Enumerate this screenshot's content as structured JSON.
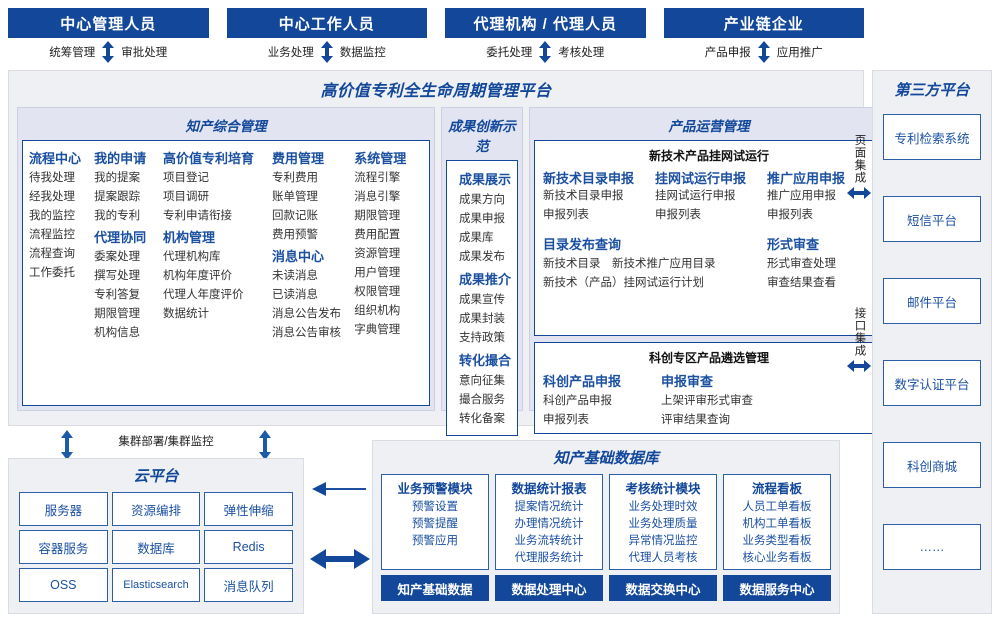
{
  "actors": [
    {
      "title": "中心管理人员",
      "left": "统筹管理",
      "right": "审批处理"
    },
    {
      "title": "中心工作人员",
      "left": "业务处理",
      "right": "数据监控"
    },
    {
      "title": "代理机构 / 代理人员",
      "left": "委托处理",
      "right": "考核处理"
    },
    {
      "title": "产业链企业",
      "left": "产品申报",
      "right": "应用推广"
    }
  ],
  "platform": {
    "title": "高价值专利全生命周期管理平台",
    "sections": {
      "comprehensive": {
        "title": "知产综合管理",
        "columns": [
          {
            "groups": [
              {
                "head": "流程中心",
                "items": [
                  "待我处理",
                  "经我处理",
                  "我的监控",
                  "流程监控",
                  "流程查询",
                  "工作委托"
                ]
              }
            ]
          },
          {
            "groups": [
              {
                "head": "我的申请",
                "items": [
                  "我的提案",
                  "提案跟踪",
                  "我的专利"
                ]
              },
              {
                "head": "代理协同",
                "items": [
                  "委案处理",
                  "撰写处理",
                  "专利答复",
                  "期限管理",
                  "机构信息"
                ]
              }
            ]
          },
          {
            "groups": [
              {
                "head": "高价值专利培育",
                "items": [
                  "项目登记",
                  "项目调研",
                  "专利申请衔接"
                ]
              },
              {
                "head": "机构管理",
                "items": [
                  "代理机构库",
                  "机构年度评价",
                  "代理人年度评价",
                  "数据统计"
                ]
              }
            ]
          },
          {
            "groups": [
              {
                "head": "费用管理",
                "items": [
                  "专利费用",
                  "账单管理",
                  "回款记账",
                  "费用预警"
                ]
              },
              {
                "head": "消息中心",
                "items": [
                  "未读消息",
                  "已读消息",
                  "消息公告发布",
                  "消息公告审核"
                ]
              }
            ]
          },
          {
            "groups": [
              {
                "head": "系统管理",
                "items": [
                  "流程引擎",
                  "消息引擎",
                  "期限管理",
                  "费用配置",
                  "资源管理",
                  "用户管理",
                  "权限管理",
                  "组织机构",
                  "字典管理"
                ]
              }
            ]
          }
        ]
      },
      "innovation": {
        "title": "成果创新示范",
        "groups": [
          {
            "head": "成果展示",
            "items": [
              "成果方向",
              "成果申报",
              "成果库",
              "成果发布"
            ]
          },
          {
            "head": "成果推介",
            "items": [
              "成果宣传",
              "成果封装",
              "支持政策"
            ]
          },
          {
            "head": "转化撮合",
            "items": [
              "意向征集",
              "撮合服务",
              "转化备案"
            ]
          }
        ]
      },
      "operation": {
        "title": "产品运营管理",
        "boxes": [
          {
            "title": "新技术产品挂网试运行",
            "rows": [
              {
                "cols": [
                  {
                    "head": "新技术目录申报",
                    "items": [
                      "新技术目录申报",
                      "申报列表"
                    ]
                  },
                  {
                    "head": "挂网试运行申报",
                    "items": [
                      "挂网试运行申报",
                      "申报列表"
                    ]
                  },
                  {
                    "head": "推广应用申报",
                    "items": [
                      "推广应用申报",
                      "申报列表"
                    ]
                  }
                ]
              },
              {
                "cols": [
                  {
                    "head": "目录发布查询",
                    "items": [
                      "新技术目录　新技术推广应用目录",
                      "新技术（产品）挂网试运行计划"
                    ]
                  },
                  {
                    "head": "形式审查",
                    "items": [
                      "形式审查处理",
                      "审查结果查看"
                    ]
                  }
                ]
              }
            ]
          },
          {
            "title": "科创专区产品遴选管理",
            "rows": [
              {
                "cols": [
                  {
                    "head": "科创产品申报",
                    "items": [
                      "科创产品申报",
                      "申报列表"
                    ]
                  },
                  {
                    "head": "申报审查",
                    "items": [
                      "上架评审形式审查",
                      "评审结果查询"
                    ]
                  }
                ]
              }
            ]
          }
        ]
      }
    }
  },
  "integration": {
    "page": "页面集成",
    "api": "接口集成"
  },
  "third_party": {
    "title": "第三方平台",
    "items": [
      "专利检索系统",
      "短信平台",
      "邮件平台",
      "数字认证平台",
      "科创商城",
      "……"
    ]
  },
  "cluster": {
    "label": "集群部署/集群监控"
  },
  "cloud": {
    "title": "云平台",
    "cells": [
      "服务器",
      "资源编排",
      "弹性伸缩",
      "容器服务",
      "数据库",
      "Redis",
      "OSS",
      "Elasticsearch",
      "消息队列"
    ]
  },
  "knowledge_db": {
    "title": "知产基础数据库",
    "columns": [
      {
        "head": "业务预警模块",
        "items": [
          "预警设置",
          "预警提醒",
          "预警应用"
        ],
        "footer": "知产基础数据"
      },
      {
        "head": "数据统计报表",
        "items": [
          "提案情况统计",
          "办理情况统计",
          "业务流转统计",
          "代理服务统计"
        ],
        "footer": "数据处理中心"
      },
      {
        "head": "考核统计模块",
        "items": [
          "业务处理时效",
          "业务处理质量",
          "异常情况监控",
          "代理人员考核"
        ],
        "footer": "数据交换中心"
      },
      {
        "head": "流程看板",
        "items": [
          "人员工单看板",
          "机构工单看板",
          "业务类型看板",
          "核心业务看板"
        ],
        "footer": "数据服务中心"
      }
    ]
  },
  "colors": {
    "brand_blue": "#12479A",
    "accent_blue": "#1B50A1",
    "panel_bg": "#EEF0F4",
    "section_bg": "#E2E5F1",
    "border_blue": "#2B5FA8"
  }
}
